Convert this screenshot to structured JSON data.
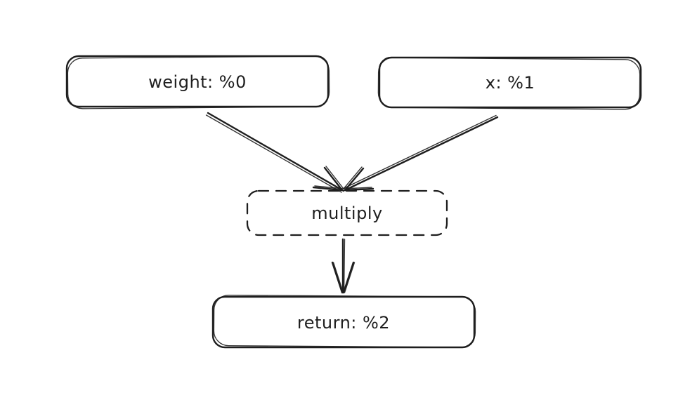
{
  "canvas": {
    "background": "#ffffff",
    "ink": "#1e1e1e",
    "style": "hand-drawn sketch"
  },
  "diagram": {
    "type": "flowchart",
    "nodes": [
      {
        "id": "weight",
        "label": "weight: %0",
        "shape": "rounded-rectangle",
        "border": "solid"
      },
      {
        "id": "x",
        "label": "x: %1",
        "shape": "rounded-rectangle",
        "border": "solid"
      },
      {
        "id": "multiply",
        "label": "multiply",
        "shape": "rounded-rectangle",
        "border": "dashed"
      },
      {
        "id": "return",
        "label": "return: %2",
        "shape": "rounded-rectangle",
        "border": "solid"
      }
    ],
    "edges": [
      {
        "from": "weight",
        "to": "multiply",
        "arrowhead": "end"
      },
      {
        "from": "x",
        "to": "multiply",
        "arrowhead": "end"
      },
      {
        "from": "multiply",
        "to": "return",
        "arrowhead": "end"
      }
    ]
  }
}
